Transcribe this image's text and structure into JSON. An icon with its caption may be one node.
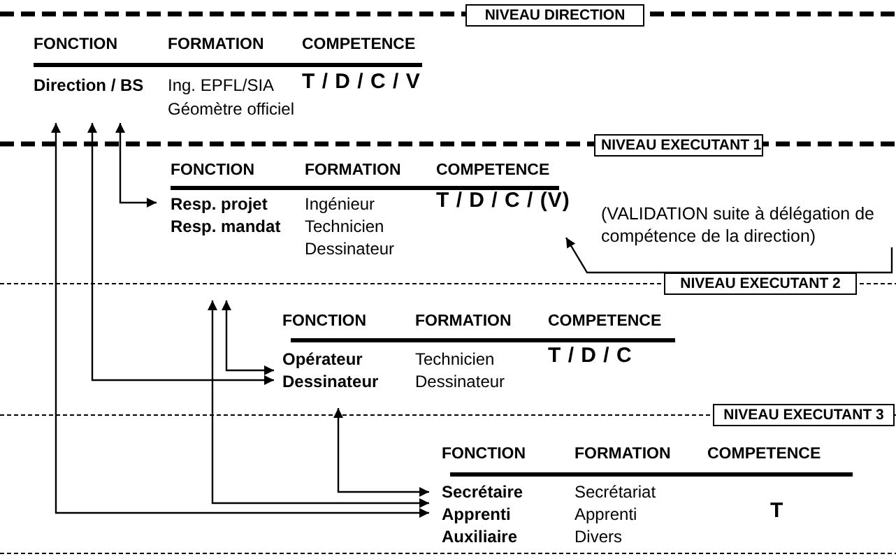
{
  "diagram": {
    "nodes": [
      {
        "text": [
          "NIVEAU DIRECTION"
        ]
      },
      {
        "text": [
          "FONCTION",
          "FORMATION",
          "COMPETENCE",
          "**Direction** / BS",
          "Ing. EPFL/SIA",
          "T / D / C / V",
          "Géomètre officiel"
        ]
      },
      {
        "text": [
          "NIVEAU EXECUTANT 1"
        ]
      },
      {
        "text": [
          "FONCTION",
          "FORMATION",
          "COMPETENCE",
          "Resp. projet",
          "Ingénieur",
          "T / D / C / (V)",
          "Resp. mandat",
          "Technicien",
          "Dessinateur"
        ]
      },
      {
        "text": [
          "(VALIDATION suite à délégation de compétence de la direction)"
        ]
      },
      {
        "text": [
          "NIVEAU EXECUTANT 2"
        ]
      },
      {
        "text": [
          "FONCTION",
          "FORMATION",
          "COMPETENCE",
          "Opérateur",
          "Technicien",
          "T / D / C",
          "Dessinateur",
          "Dessinateur"
        ]
      },
      {
        "text": [
          "NIVEAU EXECUTANT 3"
        ]
      },
      {
        "text": [
          "FONCTION",
          "FORMATION",
          "COMPETENCE",
          "Secrétaire",
          "Secrétariat",
          "Apprenti",
          "Apprenti",
          "T",
          "Auxiliaire",
          "Divers"
        ]
      }
    ],
    "edges": [
      {
        "from": 1,
        "to": 8,
        "arrow": "both"
      },
      {
        "from": 1,
        "to": 6,
        "arrow": "both"
      },
      {
        "from": 1,
        "to": 3,
        "arrow": "both"
      },
      {
        "from": 3,
        "to": 8,
        "arrow": "both"
      },
      {
        "from": 3,
        "to": 6,
        "arrow": "both"
      },
      {
        "from": 6,
        "to": 8,
        "arrow": "both"
      },
      {
        "from": 4,
        "to": 3,
        "arrow": "to"
      }
    ]
  }
}
